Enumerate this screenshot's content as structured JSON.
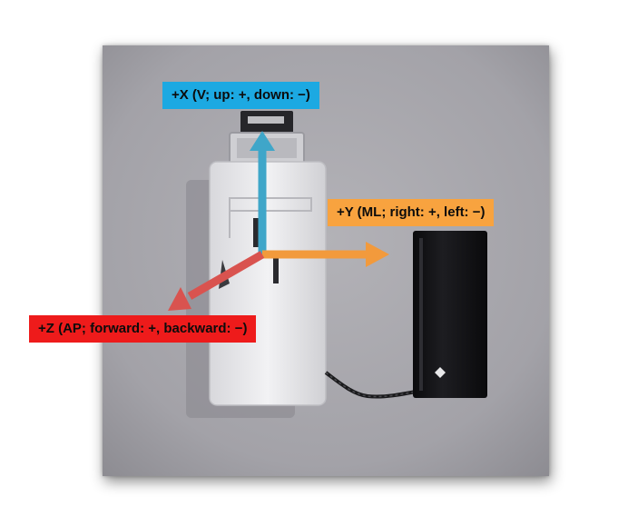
{
  "axes": {
    "x": {
      "label": "+X (V; up: +, down: −)",
      "color": "#1ca9e2"
    },
    "y": {
      "label": "+Y (ML; right: +, left: −)",
      "color": "#f8a33f"
    },
    "z": {
      "label": "+Z (AP; forward: +, backward: −)",
      "color": "#ee1b1b"
    }
  },
  "arrow_colors": {
    "x": "#3fa6c9",
    "y": "#f29a3c",
    "z": "#d9534f"
  }
}
